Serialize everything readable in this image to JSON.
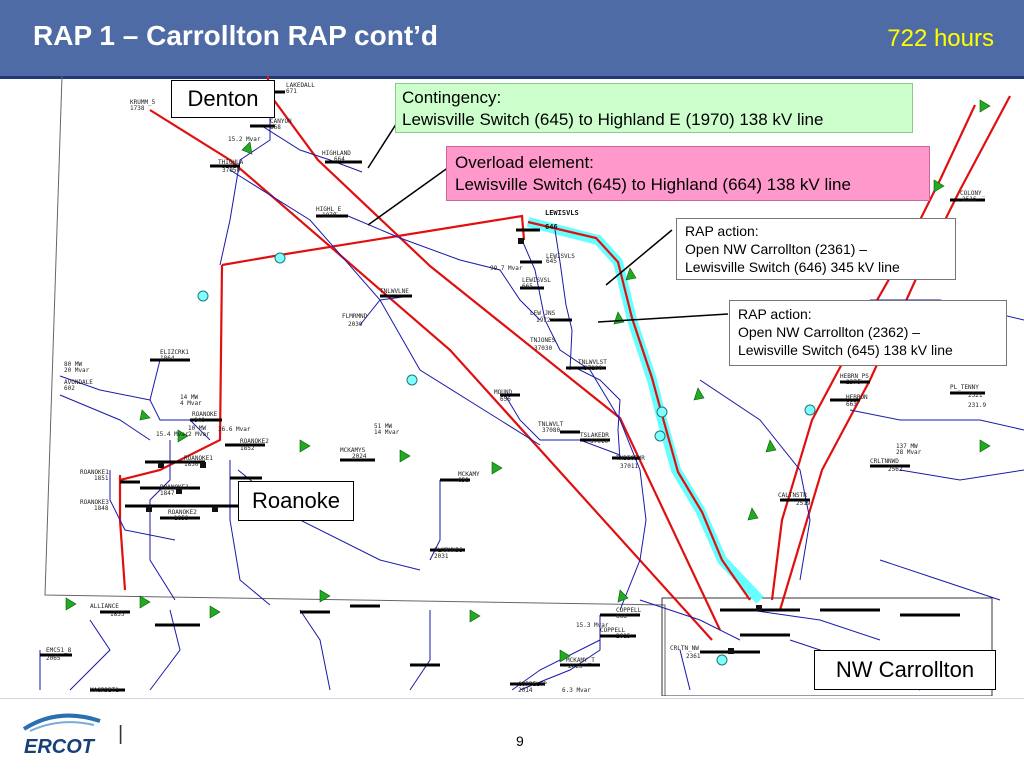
{
  "header": {
    "title": "RAP 1 – Carrollton RAP cont’d",
    "hours": "722 hours"
  },
  "callouts": {
    "contingency": {
      "title": "Contingency:",
      "text": "Lewisville Switch (645) to Highland E (1970) 138 kV line",
      "color": "#ccffcc"
    },
    "overload": {
      "title": "Overload element:",
      "text": "Lewisville Switch (645) to Highland (664) 138 kV line",
      "color": "#ff99cc"
    },
    "rap1": {
      "title": "RAP action:",
      "text1": "Open NW Carrollton (2361) –",
      "text2": "Lewisville Switch (646) 345 kV line"
    },
    "rap2": {
      "title": "RAP action:",
      "text1": "Open NW Carrollton (2362) –",
      "text2": "Lewisville Switch (645) 138 kV line"
    }
  },
  "area_labels": {
    "denton": "Denton",
    "roanoke": "Roanoke",
    "nw_carrollton": "NW Carrollton"
  },
  "buses": [
    {
      "name": "LAKEDALL",
      "num": "671"
    },
    {
      "name": "KRUMM_5",
      "num": "1738"
    },
    {
      "name": "CANYON",
      "num": "668"
    },
    {
      "name": "HIGHLAND",
      "num": "664"
    },
    {
      "name": "THIGHLA",
      "num": "37050"
    },
    {
      "name": "HIGHL_E",
      "num": "1970"
    },
    {
      "name": "LEWISVLS",
      "num": "646"
    },
    {
      "name": "LEWISVLS",
      "num": "645"
    },
    {
      "name": "LEWISVSL",
      "num": "665"
    },
    {
      "name": "LEW_JNS",
      "num": "1972"
    },
    {
      "name": "TNJONES",
      "num": "37030"
    },
    {
      "name": "TNLWVLNE",
      "num": ""
    },
    {
      "name": "FLMRMND",
      "num": "2030"
    },
    {
      "name": "TNLWVLST",
      "num": "37100"
    },
    {
      "name": "MOUND",
      "num": "656"
    },
    {
      "name": "TNLWVLT",
      "num": "37080"
    },
    {
      "name": "TSLAKEDR",
      "num": "37010"
    },
    {
      "name": "TNBIOENR",
      "num": "37011"
    },
    {
      "name": "ELIZCRK1",
      "num": "1864"
    },
    {
      "name": "AVONDALE",
      "num": "602"
    },
    {
      "name": "ROANOKE",
      "num": "640"
    },
    {
      "name": "ROANOKE2",
      "num": "1852"
    },
    {
      "name": "ROANOKE1",
      "num": "1850"
    },
    {
      "name": "ROANOKE1",
      "num": "1851"
    },
    {
      "name": "ROANOKE1",
      "num": "1847"
    },
    {
      "name": "ROANOKE3",
      "num": "1848"
    },
    {
      "name": "ROANOKE2",
      "num": "1853"
    },
    {
      "name": "MCKAMYS",
      "num": "2024"
    },
    {
      "name": "MCKAMY",
      "num": "658"
    },
    {
      "name": "FLMRMND3",
      "num": "2031"
    },
    {
      "name": "COLONY_",
      "num": "2516"
    },
    {
      "name": "HEBRN_PS",
      "num": "2376"
    },
    {
      "name": "HEBRON",
      "num": "663"
    },
    {
      "name": "PL_TENNY",
      "num": "2521"
    },
    {
      "name": "CRLTNNWD",
      "num": "2562"
    },
    {
      "name": "CALTNSTR",
      "num": "2519"
    },
    {
      "name": "ALLIANCE",
      "num": "1855"
    },
    {
      "name": "COPPELL",
      "num": "668"
    },
    {
      "name": "COPPELL",
      "num": "2015"
    },
    {
      "name": "CRLTN_NW",
      "num": "2361"
    },
    {
      "name": "MCKAMY_T",
      "num": "2025"
    },
    {
      "name": "COPPELTP",
      "num": "2014"
    },
    {
      "name": "EMC51_8",
      "num": "2065"
    },
    {
      "name": "MAGRDBT1",
      "num": "2001"
    }
  ],
  "flows": {
    "f1": "15.2 Mvar",
    "f2": "99.7 Mvar",
    "f3": "80 MW",
    "f4": "20 Mvar",
    "f5": "14 MW",
    "f6": "4 Mvar",
    "f7": "10 MW",
    "f8": "2 Mvar",
    "f9": "15.4 Mvar",
    "f10": "36.6 Mvar",
    "f11": "51 MW",
    "f12": "14 Mvar",
    "f13": "137 MW",
    "f14": "28 Mvar",
    "f15": "15.3 Mvar",
    "f16": "6.3 Mvar",
    "f17": "231.9"
  },
  "footer": {
    "logo": "ERCOT",
    "separator": "|",
    "page": "9"
  },
  "colors": {
    "header_bg": "#4f6ba6",
    "title": "#ffffff",
    "hours": "#ffff00",
    "highlight": "#66ffff",
    "red_line": "#e01010",
    "blue_line": "#1a1aa8"
  }
}
